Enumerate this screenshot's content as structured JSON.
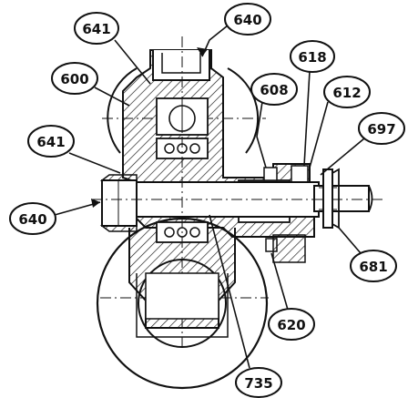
{
  "diagram": {
    "callouts": [
      {
        "id": "c641a",
        "text": "641"
      },
      {
        "id": "c640a",
        "text": "640"
      },
      {
        "id": "c600",
        "text": "600"
      },
      {
        "id": "c618",
        "text": "618"
      },
      {
        "id": "c608",
        "text": "608"
      },
      {
        "id": "c612",
        "text": "612"
      },
      {
        "id": "c697",
        "text": "697"
      },
      {
        "id": "c641b",
        "text": "641"
      },
      {
        "id": "c640b",
        "text": "640"
      },
      {
        "id": "c681",
        "text": "681"
      },
      {
        "id": "c620",
        "text": "620"
      },
      {
        "id": "c735",
        "text": "735"
      }
    ]
  }
}
